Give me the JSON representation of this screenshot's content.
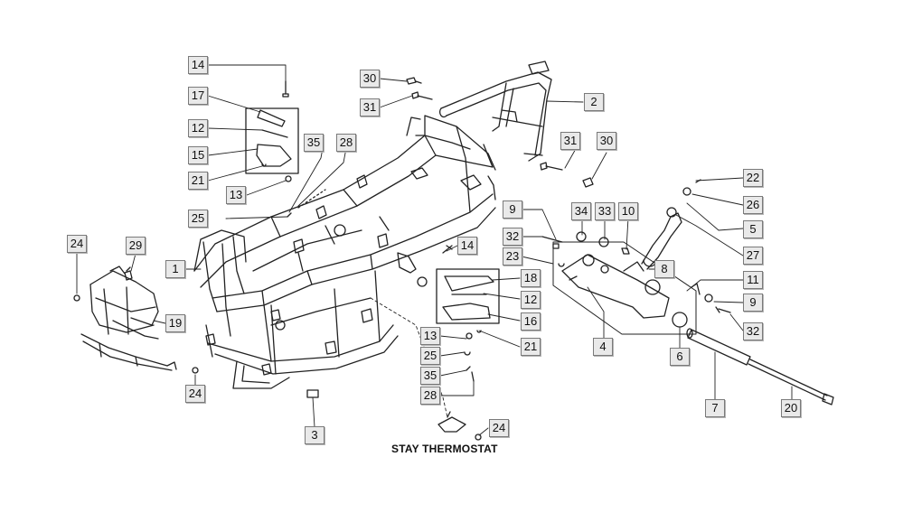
{
  "caption": "STAY THERMOSTAT",
  "callouts": [
    "14",
    "17",
    "12",
    "15",
    "21",
    "13",
    "25",
    "35",
    "28",
    "30",
    "31",
    "2",
    "31",
    "30",
    "9",
    "32",
    "23",
    "34",
    "33",
    "10",
    "22",
    "26",
    "5",
    "27",
    "8",
    "11",
    "9",
    "32",
    "18",
    "12",
    "16",
    "21",
    "13",
    "25",
    "35",
    "28",
    "14",
    "24",
    "29",
    "1",
    "19",
    "24",
    "3",
    "24",
    "4",
    "6",
    "7",
    "20"
  ],
  "icons": [
    "bolt-icon",
    "nut-icon",
    "bracket-icon",
    "frame-icon",
    "pipe-icon",
    "shaft-icon",
    "link-icon",
    "bushing-icon",
    "washer-icon"
  ]
}
